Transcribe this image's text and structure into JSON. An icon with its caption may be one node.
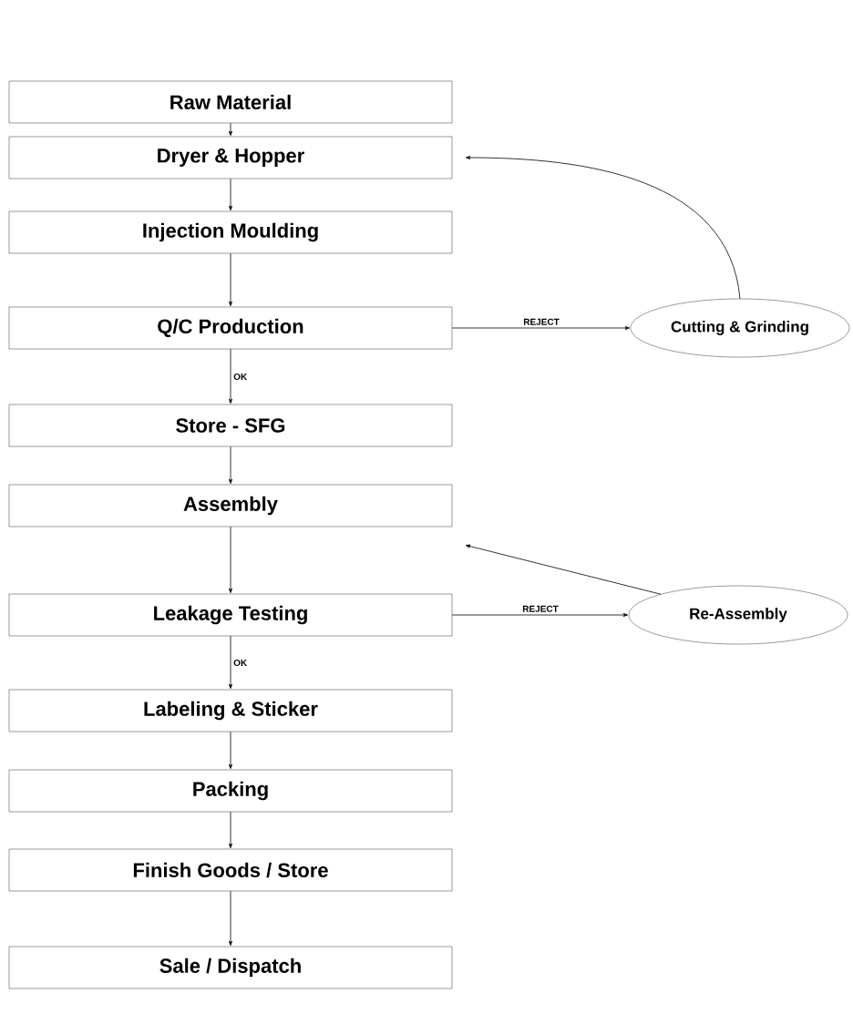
{
  "diagram": {
    "nodes": [
      {
        "text": [
          "Raw Material"
        ]
      },
      {
        "text": [
          "Dryer & Hopper"
        ]
      },
      {
        "text": [
          "Injection Moulding"
        ]
      },
      {
        "text": [
          "Q/C Production"
        ]
      },
      {
        "text": [
          "Cutting & Grinding"
        ]
      },
      {
        "text": [
          "Store - SFG"
        ]
      },
      {
        "text": [
          "Assembly"
        ]
      },
      {
        "text": [
          "Leakage Testing"
        ]
      },
      {
        "text": [
          "Re-Assembly"
        ]
      },
      {
        "text": [
          "Labeling & Sticker"
        ]
      },
      {
        "text": [
          "Packing"
        ]
      },
      {
        "text": [
          "Finish Goods / Store"
        ]
      },
      {
        "text": [
          "Sale / Dispatch"
        ]
      }
    ],
    "edges": [
      {
        "from": 0,
        "to": 1,
        "arrow": "to"
      },
      {
        "from": 1,
        "to": 2,
        "arrow": "to"
      },
      {
        "from": 2,
        "to": 3,
        "arrow": "to"
      },
      {
        "from": 3,
        "to": 4,
        "arrow": "to",
        "label": "REJECT"
      },
      {
        "from": 4,
        "to": 1,
        "arrow": "to"
      },
      {
        "from": 3,
        "to": 5,
        "arrow": "to",
        "label": "OK"
      },
      {
        "from": 5,
        "to": 6,
        "arrow": "to"
      },
      {
        "from": 6,
        "to": 7,
        "arrow": "to"
      },
      {
        "from": 7,
        "to": 8,
        "arrow": "to",
        "label": "REJECT"
      },
      {
        "from": 8,
        "to": 6,
        "arrow": "to"
      },
      {
        "from": 7,
        "to": 9,
        "arrow": "to",
        "label": "OK"
      },
      {
        "from": 9,
        "to": 10,
        "arrow": "to"
      },
      {
        "from": 10,
        "to": 11,
        "arrow": "to"
      },
      {
        "from": 11,
        "to": 12,
        "arrow": "to"
      }
    ]
  }
}
